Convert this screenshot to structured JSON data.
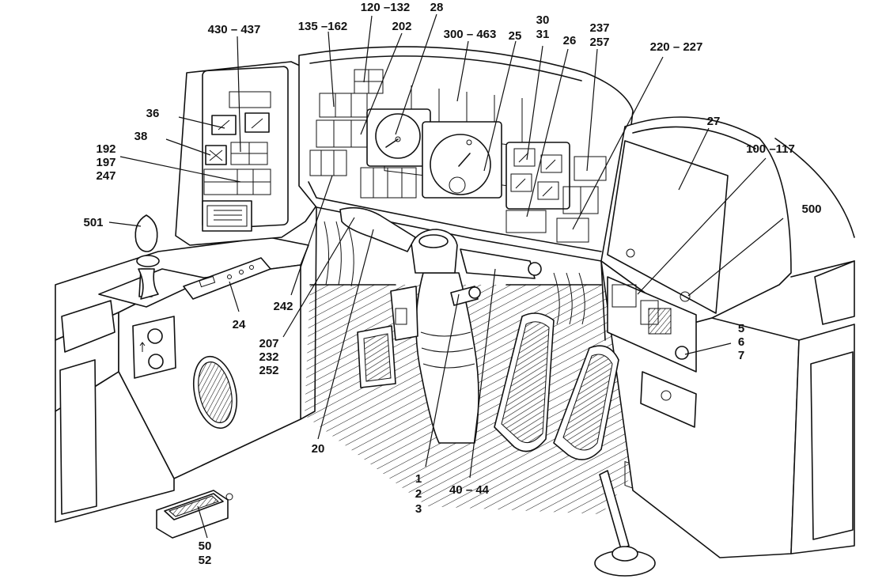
{
  "callouts": [
    {
      "id": "c-430-437",
      "lines": [
        "430 – 437"
      ]
    },
    {
      "id": "c-135-162",
      "lines": [
        "135 –162"
      ]
    },
    {
      "id": "c-120-132",
      "lines": [
        "120 –132"
      ]
    },
    {
      "id": "c-28",
      "lines": [
        "28"
      ]
    },
    {
      "id": "c-202",
      "lines": [
        "202"
      ]
    },
    {
      "id": "c-300-463",
      "lines": [
        "300 – 463"
      ]
    },
    {
      "id": "c-25",
      "lines": [
        "25"
      ]
    },
    {
      "id": "c-30-31",
      "lines": [
        "30",
        "31"
      ]
    },
    {
      "id": "c-26",
      "lines": [
        "26"
      ]
    },
    {
      "id": "c-237-257",
      "lines": [
        "237",
        "257"
      ]
    },
    {
      "id": "c-220-227",
      "lines": [
        "220 – 227"
      ]
    },
    {
      "id": "c-36",
      "lines": [
        "36"
      ]
    },
    {
      "id": "c-38",
      "lines": [
        "38"
      ]
    },
    {
      "id": "c-192-197-247",
      "lines": [
        "192",
        "197",
        "247"
      ]
    },
    {
      "id": "c-27",
      "lines": [
        "27"
      ]
    },
    {
      "id": "c-100-117",
      "lines": [
        "100 –117"
      ]
    },
    {
      "id": "c-500",
      "lines": [
        "500"
      ]
    },
    {
      "id": "c-501",
      "lines": [
        "501"
      ]
    },
    {
      "id": "c-24",
      "lines": [
        "24"
      ]
    },
    {
      "id": "c-242",
      "lines": [
        "242"
      ]
    },
    {
      "id": "c-207-232-252",
      "lines": [
        "207",
        "232",
        "252"
      ]
    },
    {
      "id": "c-20",
      "lines": [
        "20"
      ]
    },
    {
      "id": "c-5-6-7",
      "lines": [
        "5",
        "6",
        "7"
      ]
    },
    {
      "id": "c-1-2-3",
      "lines": [
        "1",
        "2",
        "3"
      ]
    },
    {
      "id": "c-40-44",
      "lines": [
        "40 – 44"
      ]
    },
    {
      "id": "c-50-52",
      "lines": [
        "50",
        "52"
      ]
    }
  ]
}
